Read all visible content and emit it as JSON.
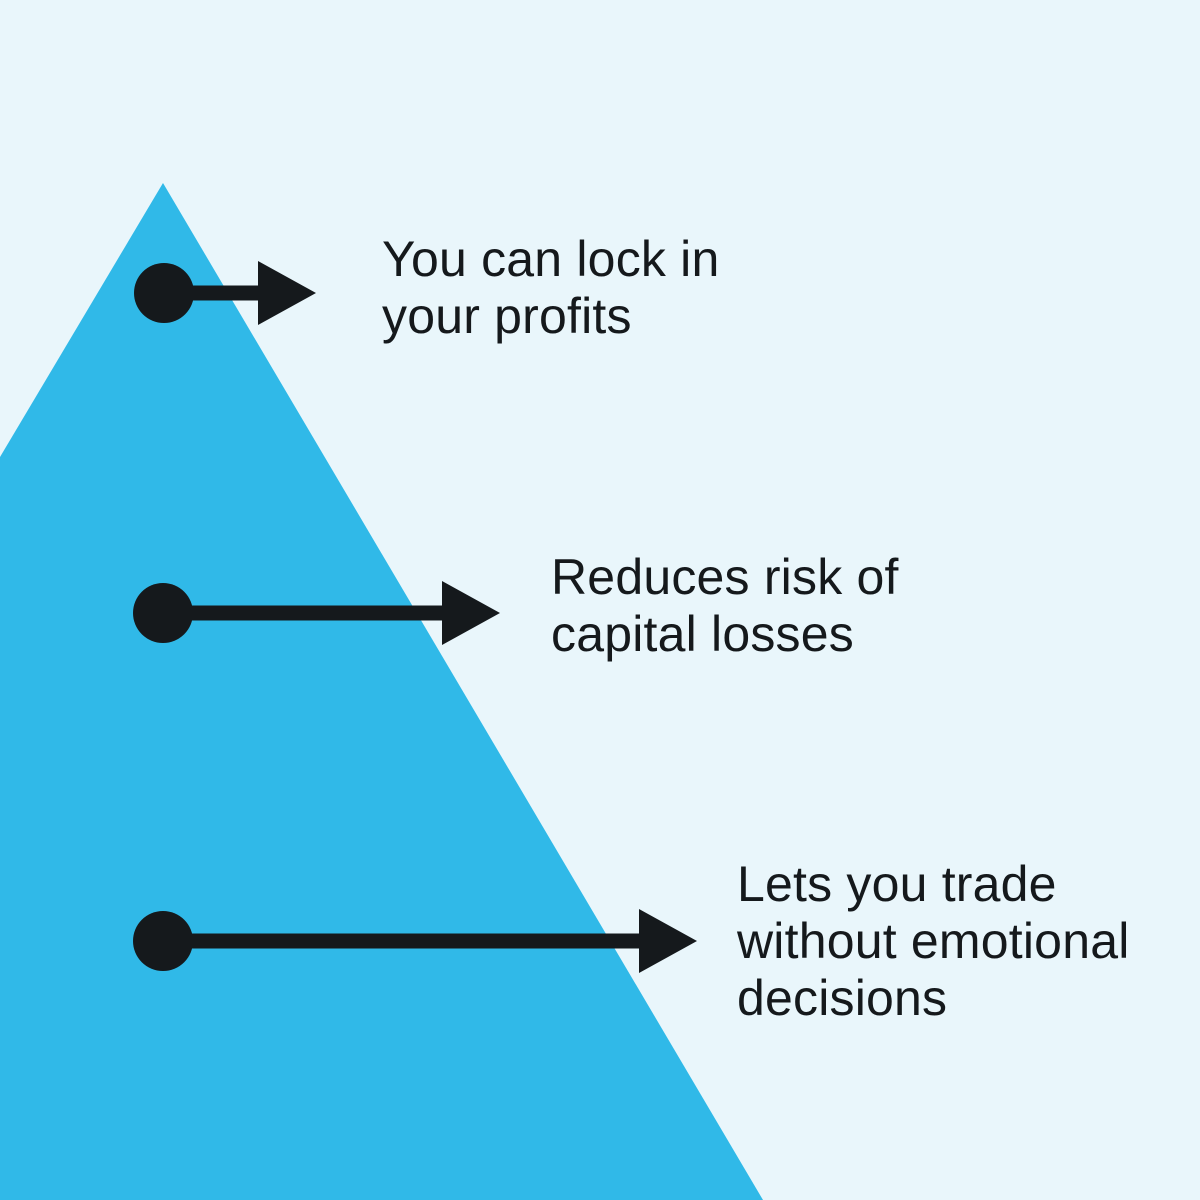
{
  "figure": {
    "background_color": "#e9f6fb",
    "pyramid_color": "#30b9e8",
    "ink_color": "#15191c"
  },
  "callouts": [
    {
      "lines": [
        "You can lock in",
        "your profits"
      ]
    },
    {
      "lines": [
        "Reduces risk of",
        "capital losses"
      ]
    },
    {
      "lines": [
        "Lets you trade",
        "without emotional",
        "decisions"
      ]
    }
  ]
}
